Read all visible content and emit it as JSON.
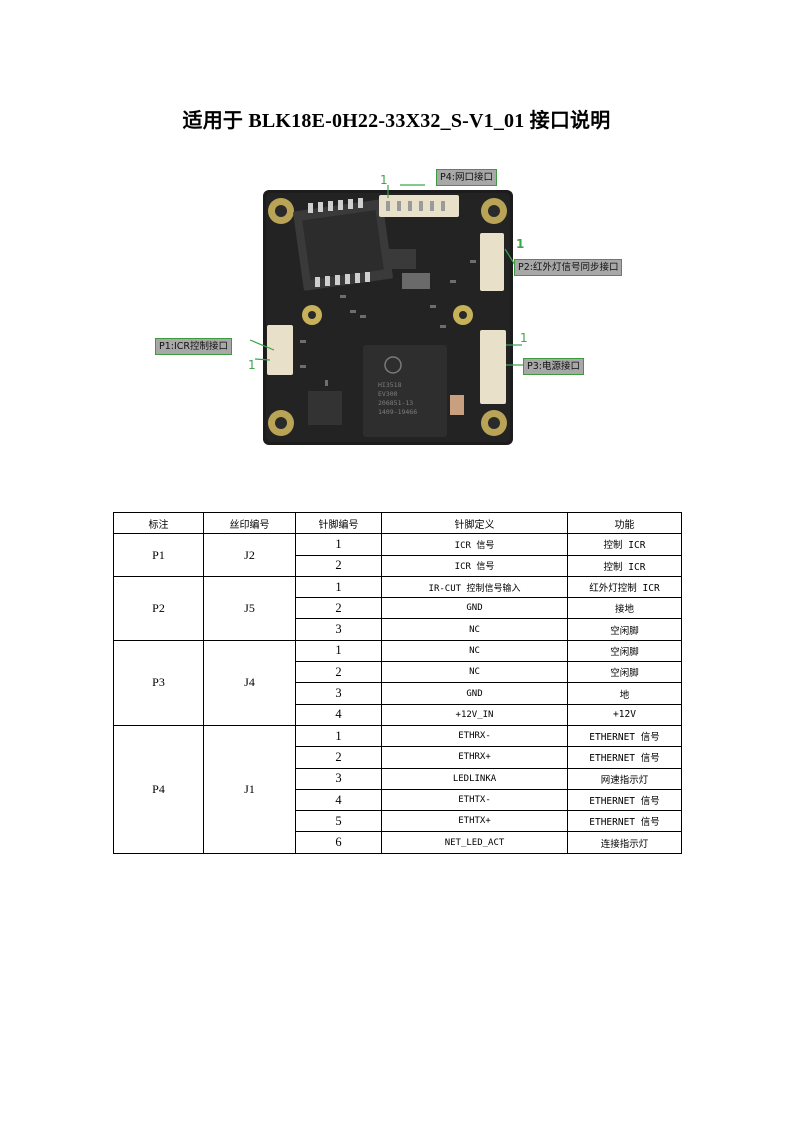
{
  "title": "适用于 BLK18E-0H22-33X32_S-V1_01 接口说明",
  "figure": {
    "labels": {
      "p4": "P4:网口接口",
      "p2": "P2:红外灯信号同步接口",
      "p1": "P1:ICR控制接口",
      "p3": "P3:电源接口"
    },
    "pin_marker": "1",
    "chip_text": [
      "HI3518",
      "EV300",
      "206851-13",
      "1409-19466"
    ]
  },
  "table": {
    "headers": [
      "标注",
      "丝印编号",
      "针脚编号",
      "针脚定义",
      "功能"
    ],
    "groups": [
      {
        "label": "P1",
        "silk": "J2",
        "rows": [
          {
            "pin": "1",
            "def": "ICR 信号",
            "fn": "控制 ICR"
          },
          {
            "pin": "2",
            "def": "ICR 信号",
            "fn": "控制 ICR"
          }
        ]
      },
      {
        "label": "P2",
        "silk": "J5",
        "rows": [
          {
            "pin": "1",
            "def": "IR-CUT 控制信号输入",
            "fn": "红外灯控制 ICR"
          },
          {
            "pin": "2",
            "def": "GND",
            "fn": "接地"
          },
          {
            "pin": "3",
            "def": "NC",
            "fn": "空闲脚"
          }
        ]
      },
      {
        "label": "P3",
        "silk": "J4",
        "rows": [
          {
            "pin": "1",
            "def": "NC",
            "fn": "空闲脚"
          },
          {
            "pin": "2",
            "def": "NC",
            "fn": "空闲脚"
          },
          {
            "pin": "3",
            "def": "GND",
            "fn": "地"
          },
          {
            "pin": "4",
            "def": "+12V_IN",
            "fn": "+12V"
          }
        ]
      },
      {
        "label": "P4",
        "silk": "J1",
        "rows": [
          {
            "pin": "1",
            "def": "ETHRX-",
            "fn": "ETHERNET 信号"
          },
          {
            "pin": "2",
            "def": "ETHRX+",
            "fn": "ETHERNET 信号"
          },
          {
            "pin": "3",
            "def": "LEDLINKA",
            "fn": "网速指示灯"
          },
          {
            "pin": "4",
            "def": "ETHTX-",
            "fn": "ETHERNET 信号"
          },
          {
            "pin": "5",
            "def": "ETHTX+",
            "fn": "ETHERNET 信号"
          },
          {
            "pin": "6",
            "def": "NET_LED_ACT",
            "fn": "连接指示灯"
          }
        ]
      }
    ]
  }
}
